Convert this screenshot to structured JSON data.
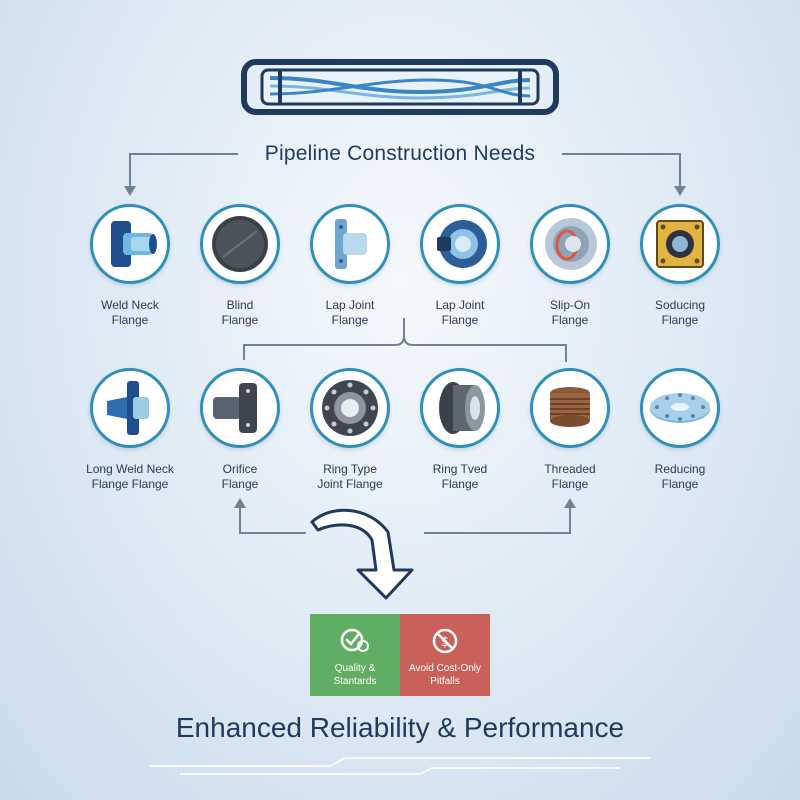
{
  "title": "Pipeline Construction Needs",
  "row1": [
    {
      "label": "Weld Neck\nFlange",
      "icon": "weld-neck-flange-icon"
    },
    {
      "label": "Blind\nFlange",
      "icon": "blind-flange-icon"
    },
    {
      "label": "Lap Joint\nFlange",
      "icon": "lap-joint-flange-icon"
    },
    {
      "label": "Lap Joint\nFlange",
      "icon": "lap-joint-flange-icon"
    },
    {
      "label": "Slip-On\nFlange",
      "icon": "slip-on-flange-icon"
    },
    {
      "label": "Soducing\nFlange",
      "icon": "square-flange-icon"
    }
  ],
  "row2": [
    {
      "label": "Long Weld Neck\nFlange Flange",
      "icon": "long-weld-neck-flange-icon"
    },
    {
      "label": "Orifice\nFlange",
      "icon": "orifice-flange-icon"
    },
    {
      "label": "Ring Type\nJoint Flange",
      "icon": "ring-type-joint-flange-icon"
    },
    {
      "label": "Ring Tved\nFlange",
      "icon": "ring-flange-icon"
    },
    {
      "label": "Threaded\nFlange",
      "icon": "threaded-flange-icon"
    },
    {
      "label": "Reducing\nFlange",
      "icon": "reducing-flange-icon"
    }
  ],
  "badges": {
    "quality": "Quality &\nStantards",
    "avoid": "Avoid Cost-Only\nPitfalls"
  },
  "footer": "Enhanced Reliability & Performance",
  "colors": {
    "ring": "#2f8fb8",
    "navy": "#1f3a5c",
    "quality": "#5fae63",
    "avoid": "#c9605a"
  }
}
